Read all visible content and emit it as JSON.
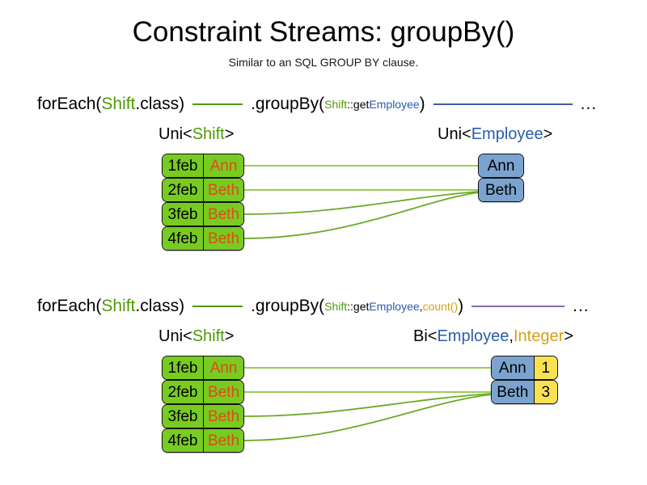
{
  "slide": {
    "title": "Constraint Streams: groupBy()",
    "subtitle": "Similar to an SQL GROUP BY clause."
  },
  "colors": {
    "green": "#78cb21",
    "green_text": "#4f9a06",
    "blue": "#7ba3d0",
    "blue_text": "#2a5caa",
    "yellow": "#f9e154",
    "gold_text": "#d7a017",
    "orange_text": "#e2491a",
    "purple_line": "#8a6fa0",
    "border": "#111111"
  },
  "section1": {
    "code": {
      "for_each_open": "forEach(",
      "shift": "Shift",
      "class_close": ".class)",
      "group_by_open": ".groupBy(",
      "method_ref_owner": "Shift",
      "method_ref_sep": "::get",
      "method_ref_prop": "Employee",
      "group_by_close": ")",
      "ellipsis": "..."
    },
    "left_type": {
      "prefix": "Uni<",
      "generic1": "Shift",
      "suffix": ">"
    },
    "right_type": {
      "prefix": "Uni<",
      "generic1": "Employee",
      "suffix": ">"
    },
    "shifts": [
      {
        "date": "1feb",
        "employee": "Ann"
      },
      {
        "date": "2feb",
        "employee": "Beth"
      },
      {
        "date": "3feb",
        "employee": "Beth"
      },
      {
        "date": "4feb",
        "employee": "Beth"
      }
    ],
    "employees": [
      {
        "name": "Ann"
      },
      {
        "name": "Beth"
      }
    ]
  },
  "section2": {
    "code": {
      "for_each_open": "forEach(",
      "shift": "Shift",
      "class_close": ".class)",
      "group_by_open": ".groupBy(",
      "method_ref_owner": "Shift",
      "method_ref_sep": "::get",
      "method_ref_prop": "Employee",
      "comma": ", ",
      "collector": "count()",
      "group_by_close": ")",
      "ellipsis": "..."
    },
    "left_type": {
      "prefix": "Uni<",
      "generic1": "Shift",
      "suffix": ">"
    },
    "right_type": {
      "prefix": "Bi<",
      "generic1": "Employee",
      "comma": ", ",
      "generic2": "Integer",
      "suffix": ">"
    },
    "shifts": [
      {
        "date": "1feb",
        "employee": "Ann"
      },
      {
        "date": "2feb",
        "employee": "Beth"
      },
      {
        "date": "3feb",
        "employee": "Beth"
      },
      {
        "date": "4feb",
        "employee": "Beth"
      }
    ],
    "groups": [
      {
        "name": "Ann",
        "count": "1"
      },
      {
        "name": "Beth",
        "count": "3"
      }
    ]
  }
}
